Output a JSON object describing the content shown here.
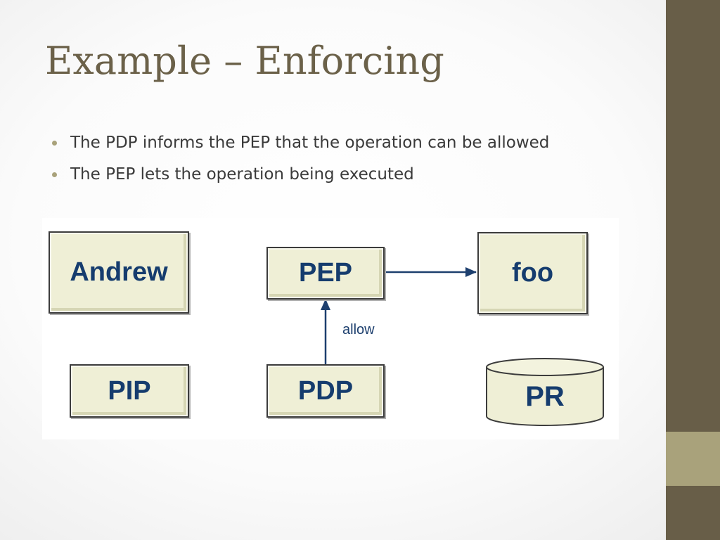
{
  "slide": {
    "title": "Example – Enforcing",
    "bullets": [
      "The PDP informs the PEP that the operation can be allowed",
      "The PEP lets the operation being executed"
    ]
  },
  "diagram": {
    "nodes": {
      "andrew": "Andrew",
      "pep": "PEP",
      "foo": "foo",
      "pip": "PIP",
      "pdp": "PDP",
      "pr": "PR"
    },
    "edges": [
      {
        "from": "pep",
        "to": "foo",
        "label": ""
      },
      {
        "from": "pdp",
        "to": "pep",
        "label": "allow"
      }
    ]
  },
  "colors": {
    "sidebar_dark": "#685e48",
    "sidebar_light": "#a9a27b",
    "title_text": "#6b6149",
    "node_fill": "#efefd6",
    "node_text": "#153c6e",
    "arrow": "#1d3f6e"
  }
}
